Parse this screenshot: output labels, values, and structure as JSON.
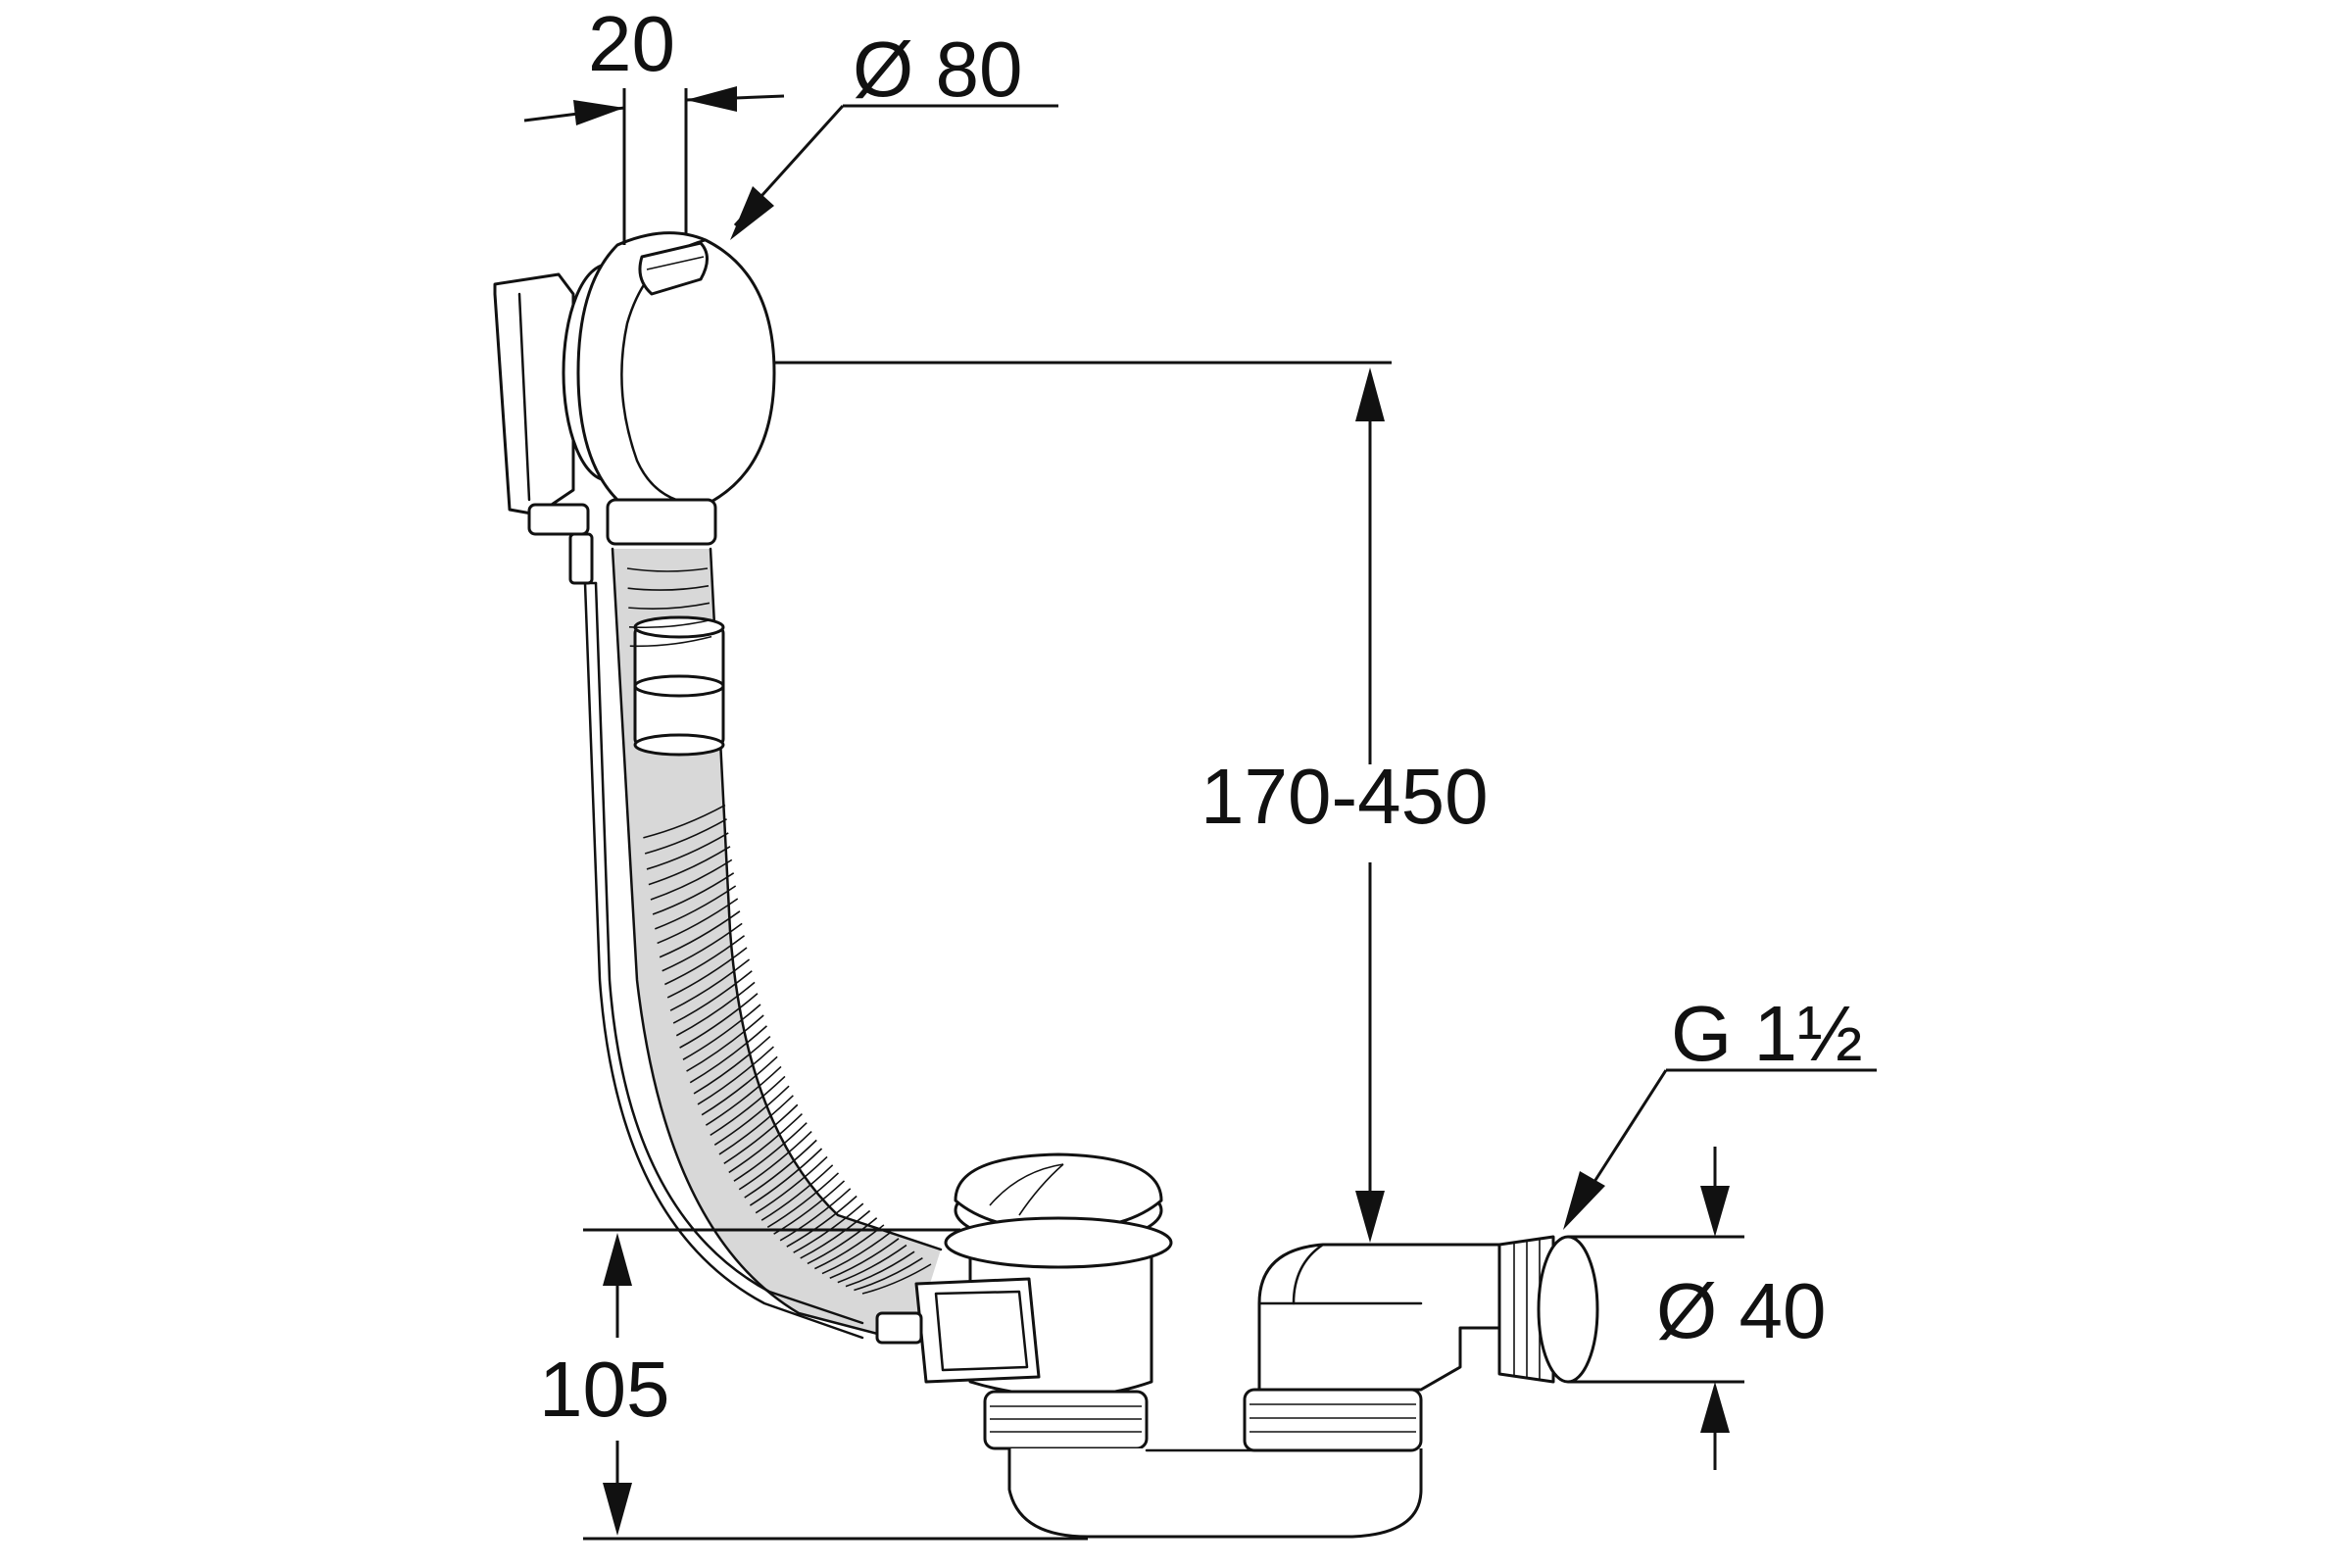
{
  "dimensions": {
    "tube_width": "20",
    "overflow_diameter": "Ø 80",
    "height_range": "170-450",
    "thread": "G 1½",
    "outlet_diameter": "Ø 40",
    "waste_height": "105"
  }
}
